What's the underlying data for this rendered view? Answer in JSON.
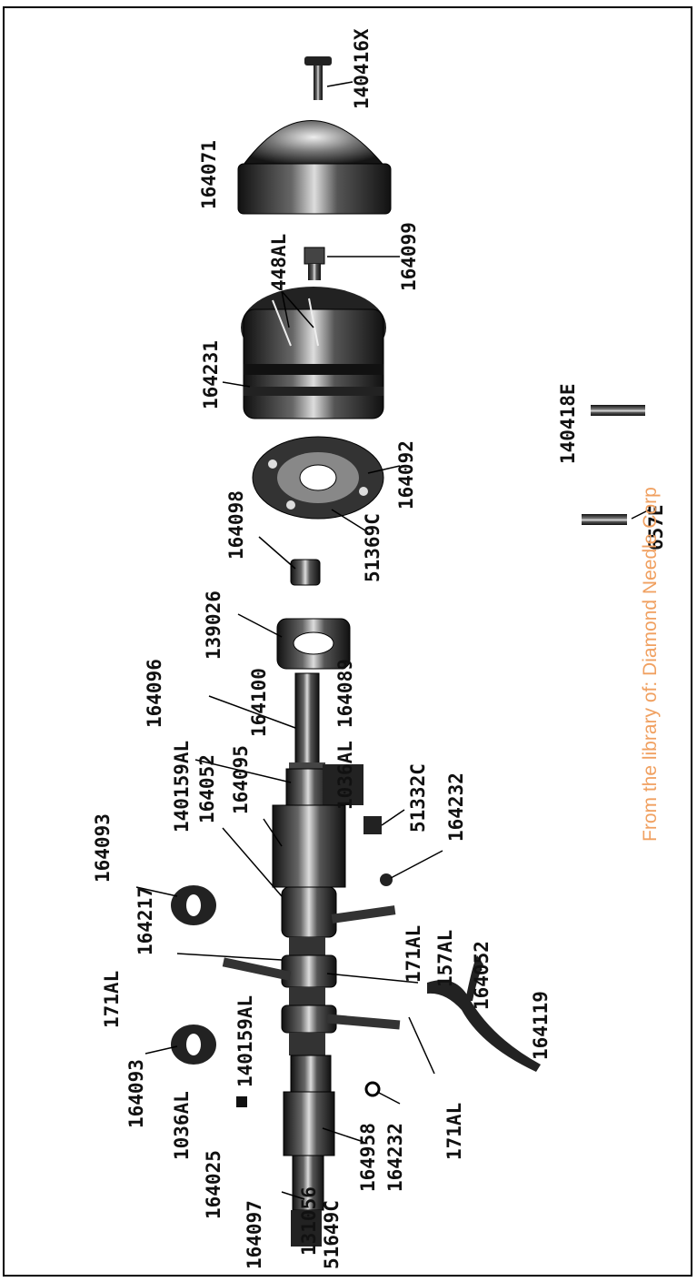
{
  "watermark": {
    "text": "From the library of: Diamond Needle Corp",
    "color": "#f0a060"
  },
  "labels": {
    "p140416X": "140416X",
    "p164071": "164071",
    "p164099": "164099",
    "p448AL": "448AL",
    "p164231": "164231",
    "p164092": "164092",
    "p140418E": "140418E",
    "p164098": "164098",
    "p51369C": "51369C",
    "p657E": "657E",
    "p139026": "139026",
    "p164096": "164096",
    "p164100": "164100",
    "p164089": "164089",
    "p140159AL_top": "140159AL",
    "p164052_top": "164052",
    "p164095": "164095",
    "p1036AL_top": "1036AL",
    "p51332C": "51332C",
    "p164232_top": "164232",
    "p164093_top": "164093",
    "p164217": "164217",
    "p171AL_upper_right": "171AL",
    "p157AL": "157AL",
    "p164052_mid": "164052",
    "p171AL_left": "171AL",
    "p164119": "164119",
    "p164093_bottom": "164093",
    "p140159AL_bottom": "140159AL",
    "p1036AL_bottom": "1036AL",
    "p171AL_lower_right": "171AL",
    "p164958": "164958",
    "p164232_bottom": "164232",
    "p164025": "164025",
    "p131056": "131056",
    "p164097": "164097",
    "p51649C": "51649C"
  }
}
